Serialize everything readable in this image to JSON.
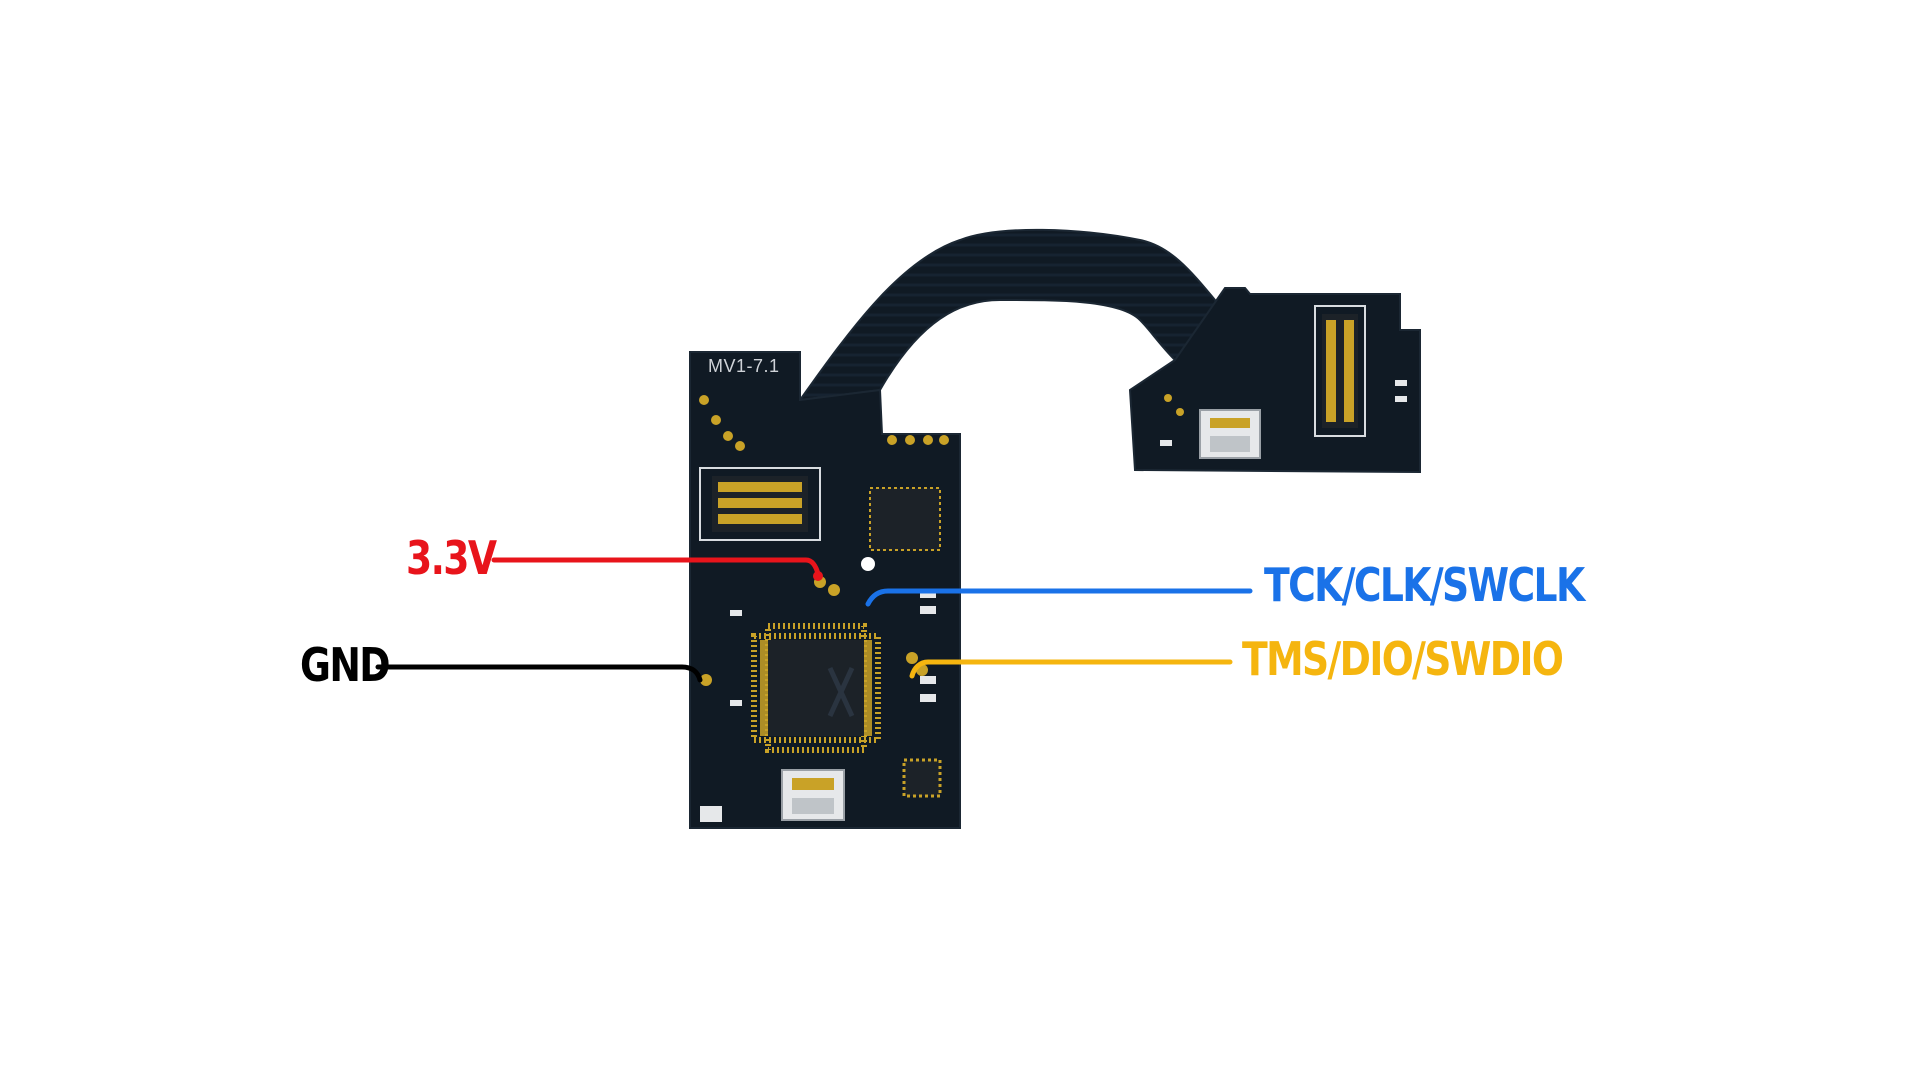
{
  "board": {
    "marking": "MV1-7.1"
  },
  "pins": [
    {
      "id": "3v3",
      "label": "3.3V",
      "color": "#e8141b"
    },
    {
      "id": "gnd",
      "label": "GND",
      "color": "#000000"
    },
    {
      "id": "tck",
      "label": "TCK/CLK/SWCLK",
      "color": "#1a72e8"
    },
    {
      "id": "tms",
      "label": "TMS/DIO/SWDIO",
      "color": "#f5b50f"
    }
  ],
  "colors": {
    "pcb": "#101a24",
    "pcb_edge": "#1b2733",
    "gold": "#c9a227",
    "chip": "#1c2228",
    "silkscreen": "#d8dce0"
  }
}
